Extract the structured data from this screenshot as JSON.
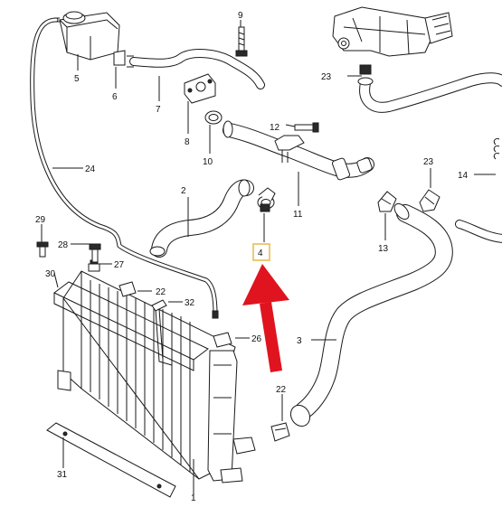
{
  "callouts": [
    {
      "id": "label-1",
      "text": "1"
    },
    {
      "id": "label-2",
      "text": "2"
    },
    {
      "id": "label-3",
      "text": "3"
    },
    {
      "id": "label-4",
      "text": "4"
    },
    {
      "id": "label-5",
      "text": "5"
    },
    {
      "id": "label-6",
      "text": "6"
    },
    {
      "id": "label-7",
      "text": "7"
    },
    {
      "id": "label-8",
      "text": "8"
    },
    {
      "id": "label-9",
      "text": "9"
    },
    {
      "id": "label-10",
      "text": "10"
    },
    {
      "id": "label-11",
      "text": "11"
    },
    {
      "id": "label-12",
      "text": "12"
    },
    {
      "id": "label-13",
      "text": "13"
    },
    {
      "id": "label-14",
      "text": "14"
    },
    {
      "id": "label-22a",
      "text": "22"
    },
    {
      "id": "label-22b",
      "text": "22"
    },
    {
      "id": "label-23a",
      "text": "23"
    },
    {
      "id": "label-23b",
      "text": "23"
    },
    {
      "id": "label-24",
      "text": "24"
    },
    {
      "id": "label-26",
      "text": "26"
    },
    {
      "id": "label-27",
      "text": "27"
    },
    {
      "id": "label-28",
      "text": "28"
    },
    {
      "id": "label-29",
      "text": "29"
    },
    {
      "id": "label-30",
      "text": "30"
    },
    {
      "id": "label-31",
      "text": "31"
    },
    {
      "id": "label-32",
      "text": "32"
    }
  ],
  "highlight": {
    "label": "label-4",
    "box_color": "#e8b84a",
    "arrow_color": "#e0141e"
  }
}
